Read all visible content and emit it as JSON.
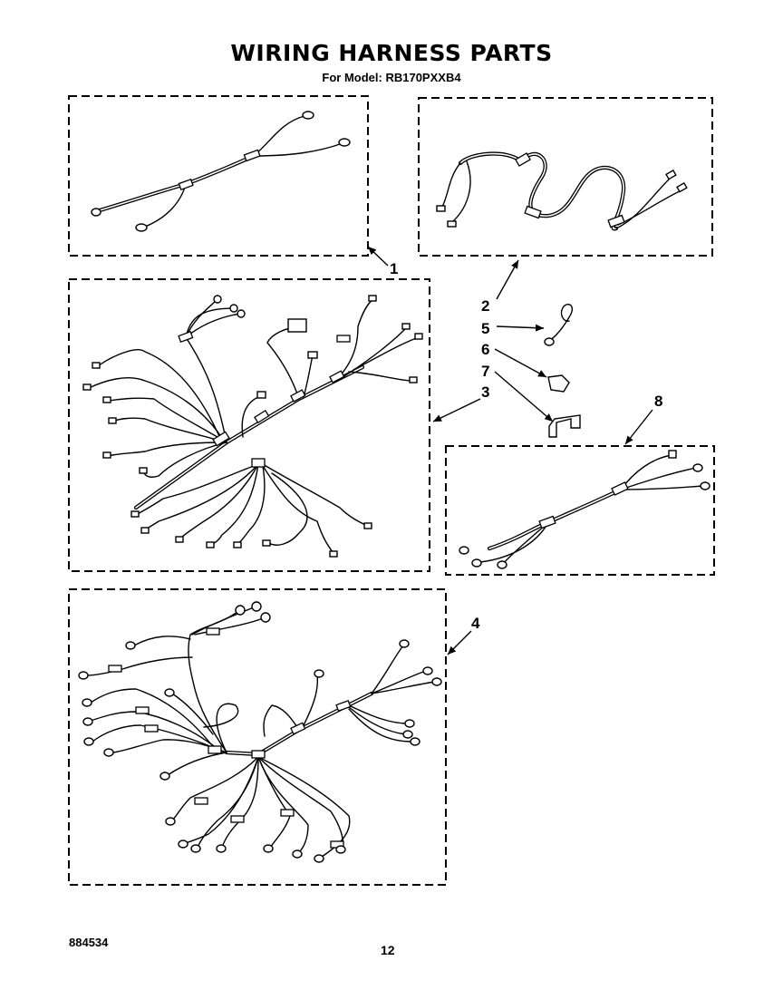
{
  "header": {
    "title": "WIRING HARNESS PARTS",
    "subtitle": "For Model: RB170PXXB4"
  },
  "callouts": [
    "1",
    "2",
    "5",
    "6",
    "7",
    "3",
    "8",
    "4"
  ],
  "footer": {
    "code": "884534",
    "page": "12"
  }
}
